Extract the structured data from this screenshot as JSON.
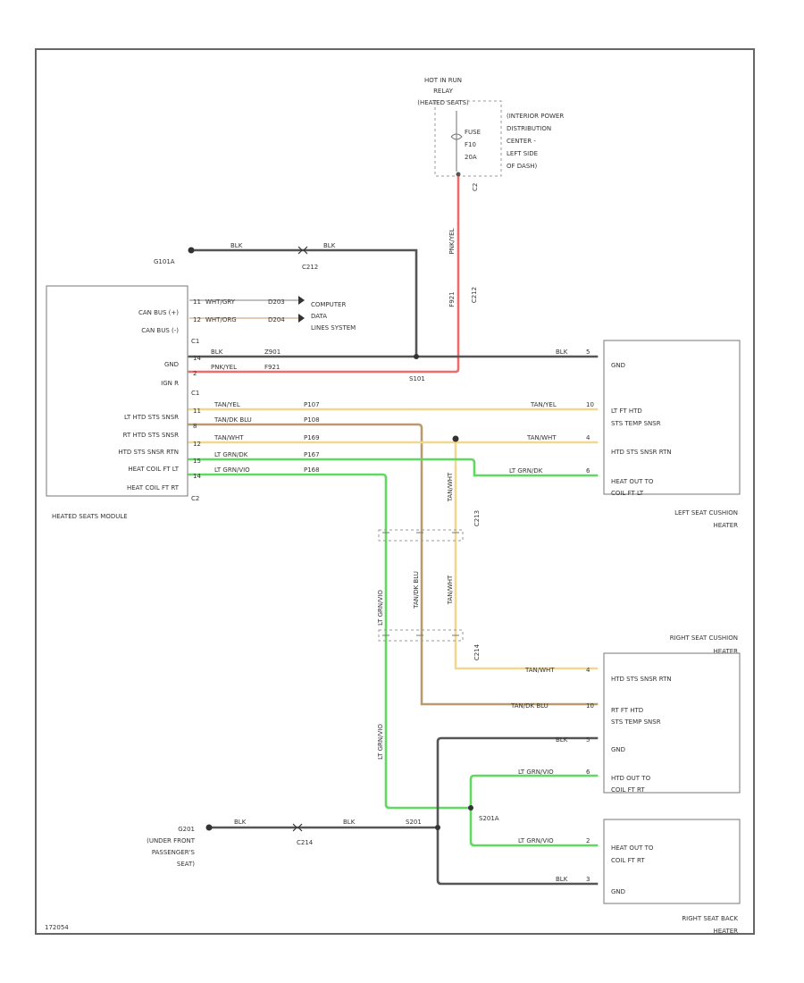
{
  "colors": {
    "black": "#555555",
    "red": "#f06b6b",
    "yellow": "#f0d890",
    "tan": "#b89c70",
    "green": "#5fd95f",
    "frame": "#666666"
  },
  "fuse_block": {
    "title": [
      "HOT IN RUN",
      "RELAY",
      "(HEATED SEATS)"
    ],
    "fuse": [
      "FUSE",
      "F10",
      "20A"
    ],
    "location": [
      "(INTERIOR POWER",
      "DISTRIBUTION",
      "CENTER -",
      "LEFT SIDE",
      "OF DASH)"
    ],
    "pin": "C2"
  },
  "heated_seats_module": {
    "title": "HEATED SEATS MODULE",
    "pins": [
      "CAN BUS (+)",
      "CAN BUS (-)",
      "GND",
      "IGN R",
      "LT HTD STS SNSR",
      "RT HTD STS SNSR",
      "HTD STS SNSR RTN",
      "HEAT COIL FT LT",
      "HEAT COIL FT RT"
    ],
    "connector_labels": [
      "C1",
      "C1",
      "C2"
    ]
  },
  "module_wires": [
    {
      "pin": "11",
      "color": "WHT/GRY",
      "circuit": "D203"
    },
    {
      "pin": "12",
      "color": "WHT/ORG",
      "circuit": "D204"
    },
    {
      "pin": "14",
      "color": "BLK",
      "circuit": "Z901"
    },
    {
      "pin": "2",
      "color": "PNK/YEL",
      "circuit": "F921"
    },
    {
      "pin": "11",
      "color": "TAN/YEL",
      "circuit": "P107"
    },
    {
      "pin": "8",
      "color": "TAN/DK BLU",
      "circuit": "P108"
    },
    {
      "pin": "12",
      "color": "TAN/WHT",
      "circuit": "P169"
    },
    {
      "pin": "15",
      "color": "LT GRN/DK",
      "circuit": "P167"
    },
    {
      "pin": "14",
      "color": "LT GRN/VIO",
      "circuit": "P168"
    }
  ],
  "data_lines": {
    "label": [
      "COMPUTER",
      "DATA",
      "LINES SYSTEM"
    ]
  },
  "ground_g101": {
    "label": "G101A",
    "wire1": "BLK",
    "wire2": "BLK",
    "connector": "C212",
    "splice": "S101"
  },
  "ground_g201": {
    "label": [
      "G201",
      "(UNDER FRONT",
      "PASSENGER'S",
      "SEAT)"
    ],
    "wire1": "BLK",
    "wire2": "BLK",
    "connector": "C214",
    "splice": "S201",
    "splice2": "S201A"
  },
  "red_wire": {
    "color": "PNK/YEL",
    "circuit": "F921"
  },
  "left_cushion": {
    "title": [
      "LEFT SEAT CUSHION",
      "HEATER"
    ],
    "pins": [
      "GND",
      "LT FT HTD",
      "STS TEMP SNSR",
      "HTD STS SNSR RTN",
      "HEAT OUT TO",
      "COIL FT LT"
    ],
    "wires": [
      {
        "color": "BLK",
        "pin": "5"
      },
      {
        "color": "TAN/YEL",
        "pin": "10"
      },
      {
        "color": "TAN/WHT",
        "pin": "4"
      },
      {
        "color": "LT GRN/DK",
        "pin": "6"
      }
    ]
  },
  "right_cushion": {
    "title": [
      "RIGHT SEAT CUSHION",
      "HEATER"
    ],
    "pins": [
      "HTD STS SNSR RTN",
      "RT FT HTD",
      "STS TEMP SNSR",
      "GND",
      "HTD OUT TO",
      "COIL FT RT"
    ],
    "wires": [
      {
        "color": "TAN/WHT",
        "pin": "4"
      },
      {
        "color": "TAN/DK BLU",
        "pin": "10"
      },
      {
        "color": "BLK",
        "pin": "5"
      },
      {
        "color": "LT GRN/VIO",
        "pin": "6"
      }
    ]
  },
  "right_back": {
    "title": [
      "RIGHT SEAT BACK",
      "HEATER"
    ],
    "pins": [
      "HEAT OUT TO",
      "COIL FT RT",
      "GND"
    ],
    "wires": [
      {
        "color": "LT GRN/VIO",
        "pin": "2"
      },
      {
        "color": "BLK",
        "pin": "3"
      }
    ]
  },
  "vertical_labels": {
    "c212_label": "C212",
    "c213_label": "C213",
    "c214_label": "C214",
    "green_label": "LT GRN/VIO",
    "tan_label": "TAN/DK BLU",
    "yel_label": "TAN/WHT",
    "green_label2": "LT GRN/VIO",
    "yel_label2": "TAN/WHT"
  },
  "footer": "172054"
}
